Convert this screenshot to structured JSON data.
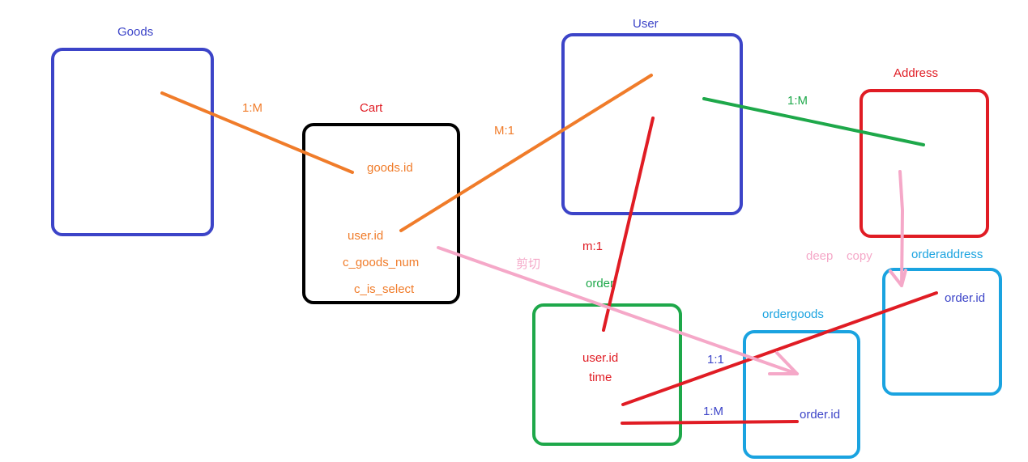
{
  "colors": {
    "blue": "#3c44c8",
    "black": "#000000",
    "red": "#e01c24",
    "green": "#1ea84a",
    "cyan": "#1aa3e0",
    "orange": "#f07c2a",
    "pink": "#f5a8c8",
    "text_blue": "#3c44c8"
  },
  "boxes": {
    "goods": {
      "title": "Goods"
    },
    "cart": {
      "title": "Cart"
    },
    "user": {
      "title": "User"
    },
    "address": {
      "title": "Address"
    },
    "order": {
      "title": "order"
    },
    "ordergoods": {
      "title": "ordergoods"
    },
    "orderaddress": {
      "title": "orderaddress"
    }
  },
  "fields": {
    "cart_goods_id": "goods.id",
    "cart_user_id": "user.id",
    "cart_goods_num": "c_goods_num",
    "cart_is_select": "c_is_select",
    "order_user_id": "user.id",
    "order_time": "time",
    "ordergoods_order_id": "order.id",
    "orderaddress_order_id": "order.id"
  },
  "relations": {
    "goods_cart": "1:M",
    "cart_user": "M:1",
    "user_address": "1:M",
    "order_user": "m:1",
    "cart_to_order": "剪切",
    "address_to_orderaddress": "deep    copy",
    "order_orderaddress": "1:1",
    "order_ordergoods": "1:M"
  }
}
